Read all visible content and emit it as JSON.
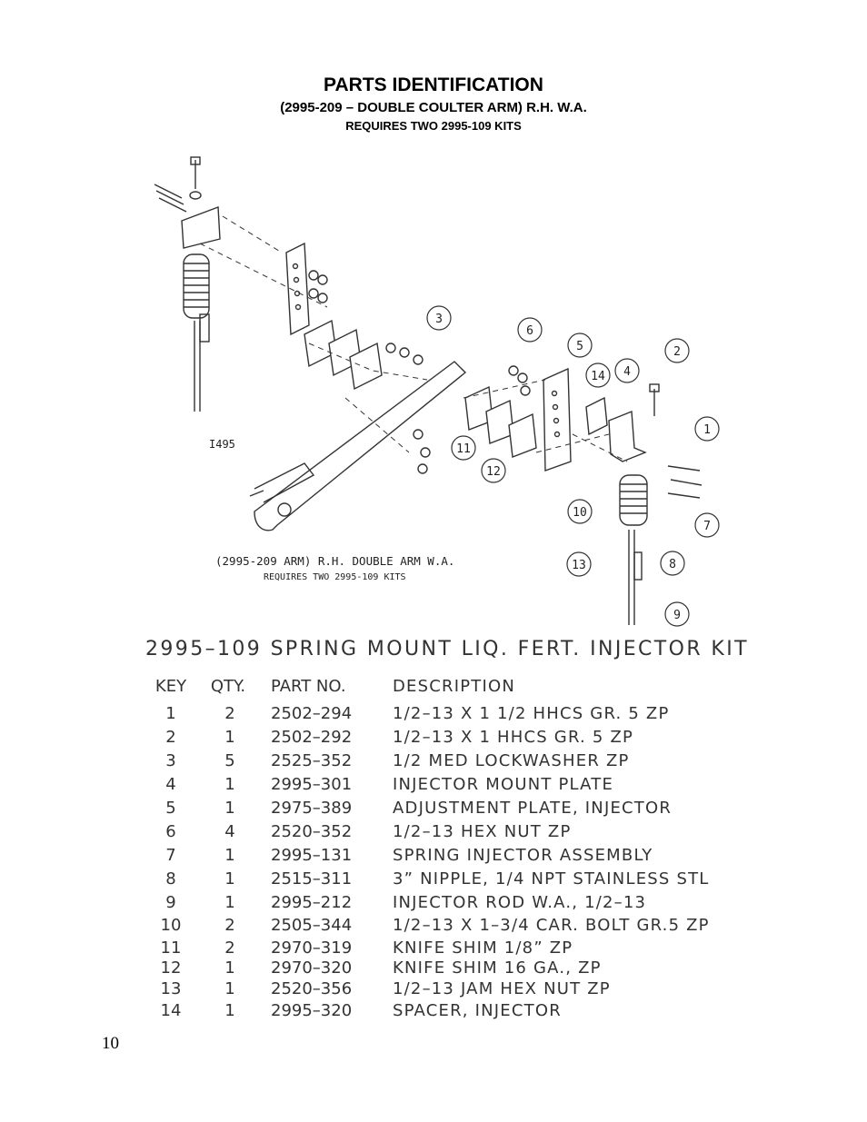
{
  "header": {
    "title": "PARTS IDENTIFICATION",
    "subtitle": "(2995-209 – DOUBLE COULTER ARM) R.H. W.A.",
    "note": "REQUIRES TWO 2995-109 KITS"
  },
  "drawing": {
    "drawing_id": "I495",
    "caption_line1": "(2995-209 ARM)  R.H. DOUBLE ARM W.A.",
    "caption_line2": "REQUIRES TWO 2995-109 KITS",
    "callouts": [
      "1",
      "2",
      "3",
      "4",
      "5",
      "6",
      "7",
      "8",
      "9",
      "10",
      "11",
      "12",
      "13",
      "14"
    ]
  },
  "kit": {
    "title": "2995–109  SPRING MOUNT LIQ. FERT. INJECTOR KIT",
    "columns": {
      "key": "KEY",
      "qty": "QTY.",
      "part": "PART NO.",
      "description": "DESCRIPTION"
    },
    "rows": [
      {
        "key": "1",
        "qty": "2",
        "part": "2502–294",
        "description": "1/2–13 X 1 1/2 HHCS GR. 5 ZP"
      },
      {
        "key": "2",
        "qty": "1",
        "part": "2502–292",
        "description": "1/2–13 X 1 HHCS GR. 5 ZP"
      },
      {
        "key": "3",
        "qty": "5",
        "part": "2525–352",
        "description": "1/2 MED LOCKWASHER ZP"
      },
      {
        "key": "4",
        "qty": "1",
        "part": "2995–301",
        "description": "INJECTOR MOUNT PLATE"
      },
      {
        "key": "5",
        "qty": "1",
        "part": "2975–389",
        "description": "ADJUSTMENT PLATE, INJECTOR"
      },
      {
        "key": "6",
        "qty": "4",
        "part": "2520–352",
        "description": "1/2–13 HEX NUT ZP"
      },
      {
        "key": "7",
        "qty": "1",
        "part": "2995–131",
        "description": "SPRING INJECTOR ASSEMBLY"
      },
      {
        "key": "8",
        "qty": "1",
        "part": "2515–311",
        "description": "3” NIPPLE, 1/4 NPT STAINLESS STL"
      },
      {
        "key": "9",
        "qty": "1",
        "part": "2995–212",
        "description": "INJECTOR ROD W.A., 1/2–13"
      },
      {
        "key": "10",
        "qty": "2",
        "part": "2505–344",
        "description": "1/2–13 X 1–3/4 CAR. BOLT GR.5 ZP"
      },
      {
        "key": "11",
        "qty": "2",
        "part": "2970–319",
        "description": "KNIFE SHIM 1/8” ZP"
      },
      {
        "key": "12",
        "qty": "1",
        "part": "2970–320",
        "description": "KNIFE SHIM 16 GA., ZP"
      },
      {
        "key": "13",
        "qty": "1",
        "part": "2520–356",
        "description": "1/2–13 JAM HEX NUT ZP"
      },
      {
        "key": "14",
        "qty": "1",
        "part": "2995–320",
        "description": "SPACER, INJECTOR"
      }
    ]
  },
  "footer": {
    "page_number": "10"
  }
}
